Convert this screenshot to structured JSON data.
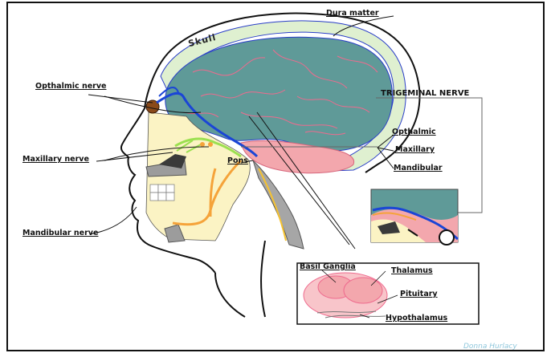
{
  "labels": {
    "dura_matter": "Dura matter",
    "skull": "Skull",
    "opthalmic_nerve": "Opthalmic nerve",
    "trigeminal_nerve": "TRIGEMINAL NERVE",
    "opthalmic": "Opthalmic",
    "maxillary": "Maxillary",
    "mandibular": "Mandibular",
    "maxillary_nerve": "Maxillary nerve",
    "pons": "Pons",
    "mandibular_nerve": "Mandibular nerve",
    "basil_ganglia": "Basil Ganglia",
    "thalamus": "Thalamus",
    "pituitary": "Pituitary",
    "hypothalamus": "Hypothalamus",
    "credit": "Donna Hurlacy"
  },
  "colors": {
    "brain": "#5f9a98",
    "cerebellum": "#f3a7ad",
    "dura": "#dff0d0",
    "face": "#fbf3c4",
    "ophthalmic_nerve": "#1a45d6",
    "maxillary_nerve": "#9be050",
    "mandibular_nerve": "#f5a33a",
    "folds": "#ef6b8e"
  }
}
